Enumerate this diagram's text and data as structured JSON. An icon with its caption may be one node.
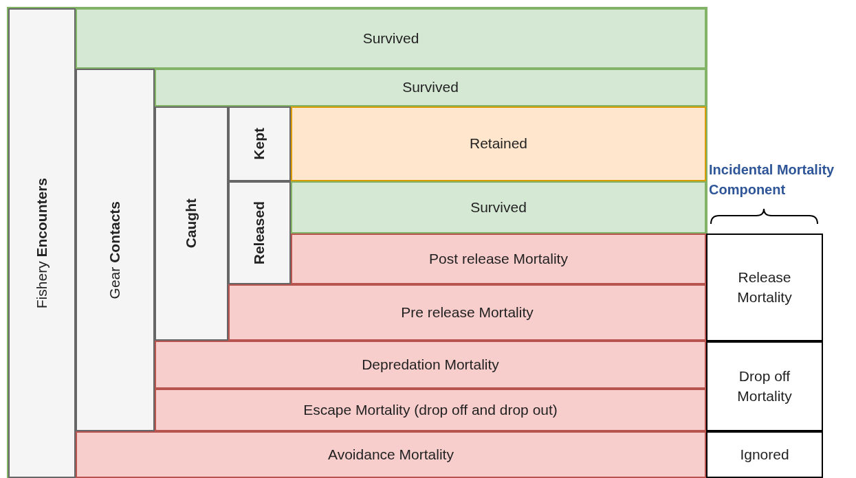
{
  "diagram": {
    "nodes": [
      {
        "text": [
          "Fishery **Encounters**"
        ]
      },
      {
        "text": [
          "Survived"
        ]
      },
      {
        "text": [
          "Gear **Contacts**"
        ]
      },
      {
        "text": [
          "Survived"
        ]
      },
      {
        "text": [
          "Caught"
        ]
      },
      {
        "text": [
          "Kept"
        ]
      },
      {
        "text": [
          "Retained"
        ]
      },
      {
        "text": [
          "Released"
        ]
      },
      {
        "text": [
          "Survived"
        ]
      },
      {
        "text": [
          "Post release Mortality"
        ]
      },
      {
        "text": [
          "Pre release Mortality"
        ]
      },
      {
        "text": [
          "Depredation Mortality"
        ]
      },
      {
        "text": [
          "Escape Mortality (drop off and drop out)"
        ]
      },
      {
        "text": [
          "Avoidance Mortality"
        ]
      },
      {
        "text": [
          "Release Mortality"
        ]
      },
      {
        "text": [
          "Drop off Mortality"
        ]
      },
      {
        "text": [
          "Ignored"
        ]
      }
    ],
    "edges": [],
    "labels": [
      "Incidental Mortality Component"
    ]
  }
}
